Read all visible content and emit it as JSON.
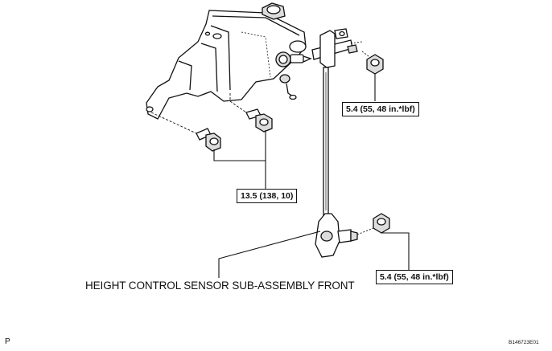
{
  "callouts": {
    "torque_upper_right": "5.4 (55, 48 in.*lbf)",
    "torque_bracket_bolts": "13.5 (138, 10)",
    "torque_lower_right": "5.4 (55, 48 in.*lbf)"
  },
  "part_name": "HEIGHT CONTROL SENSOR SUB-ASSEMBLY FRONT",
  "corner_letter": "P",
  "figure_code": "B146723E01",
  "colors": {
    "line": "#111111",
    "background": "#ffffff",
    "shading": "#dcdcdc"
  }
}
